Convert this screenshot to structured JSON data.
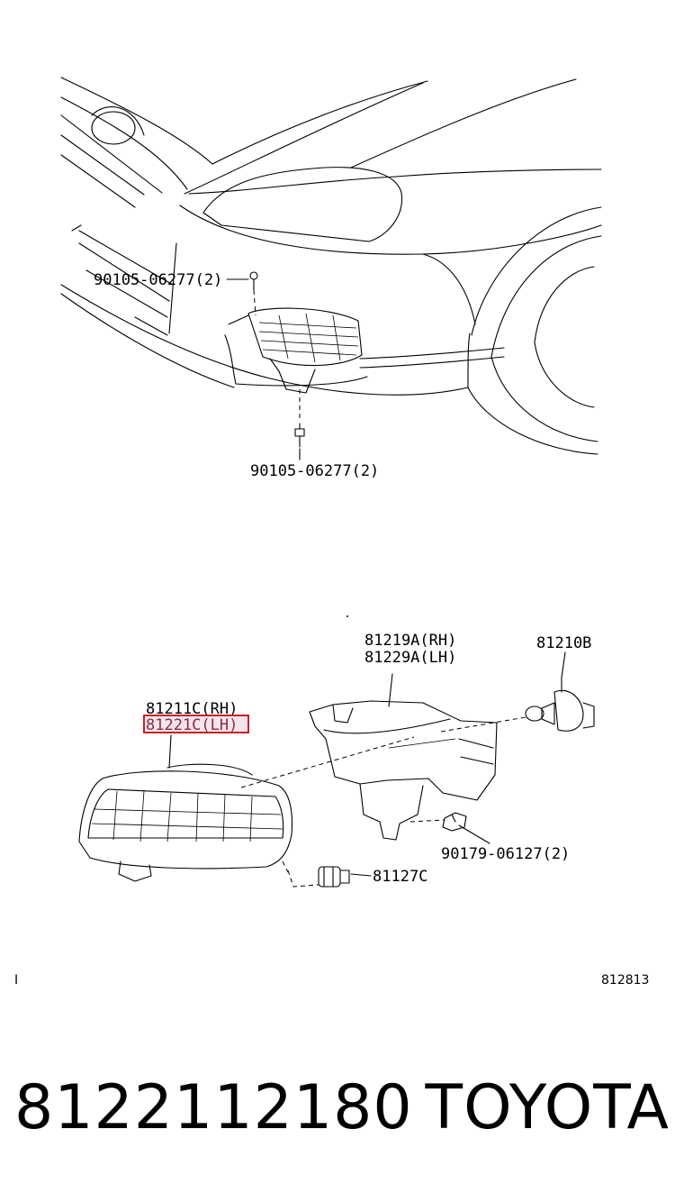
{
  "diagram": {
    "callouts": {
      "bolt_upper": "90105-06277(2)",
      "bolt_lower": "90105-06277(2)",
      "housing_rh": "81219A(RH)",
      "housing_lh": "81229A(LH)",
      "bulb": "81210B",
      "lens_rh": "81211C(RH)",
      "lens_lh": "81221C(LH)",
      "clip": "90179-06127(2)",
      "socket": "81127C"
    },
    "corner_mark": "I",
    "figure_code": "812813",
    "highlight_color": "#c8202a"
  },
  "footer": {
    "part_number": "8122112180",
    "brand": "TOYOTA"
  }
}
